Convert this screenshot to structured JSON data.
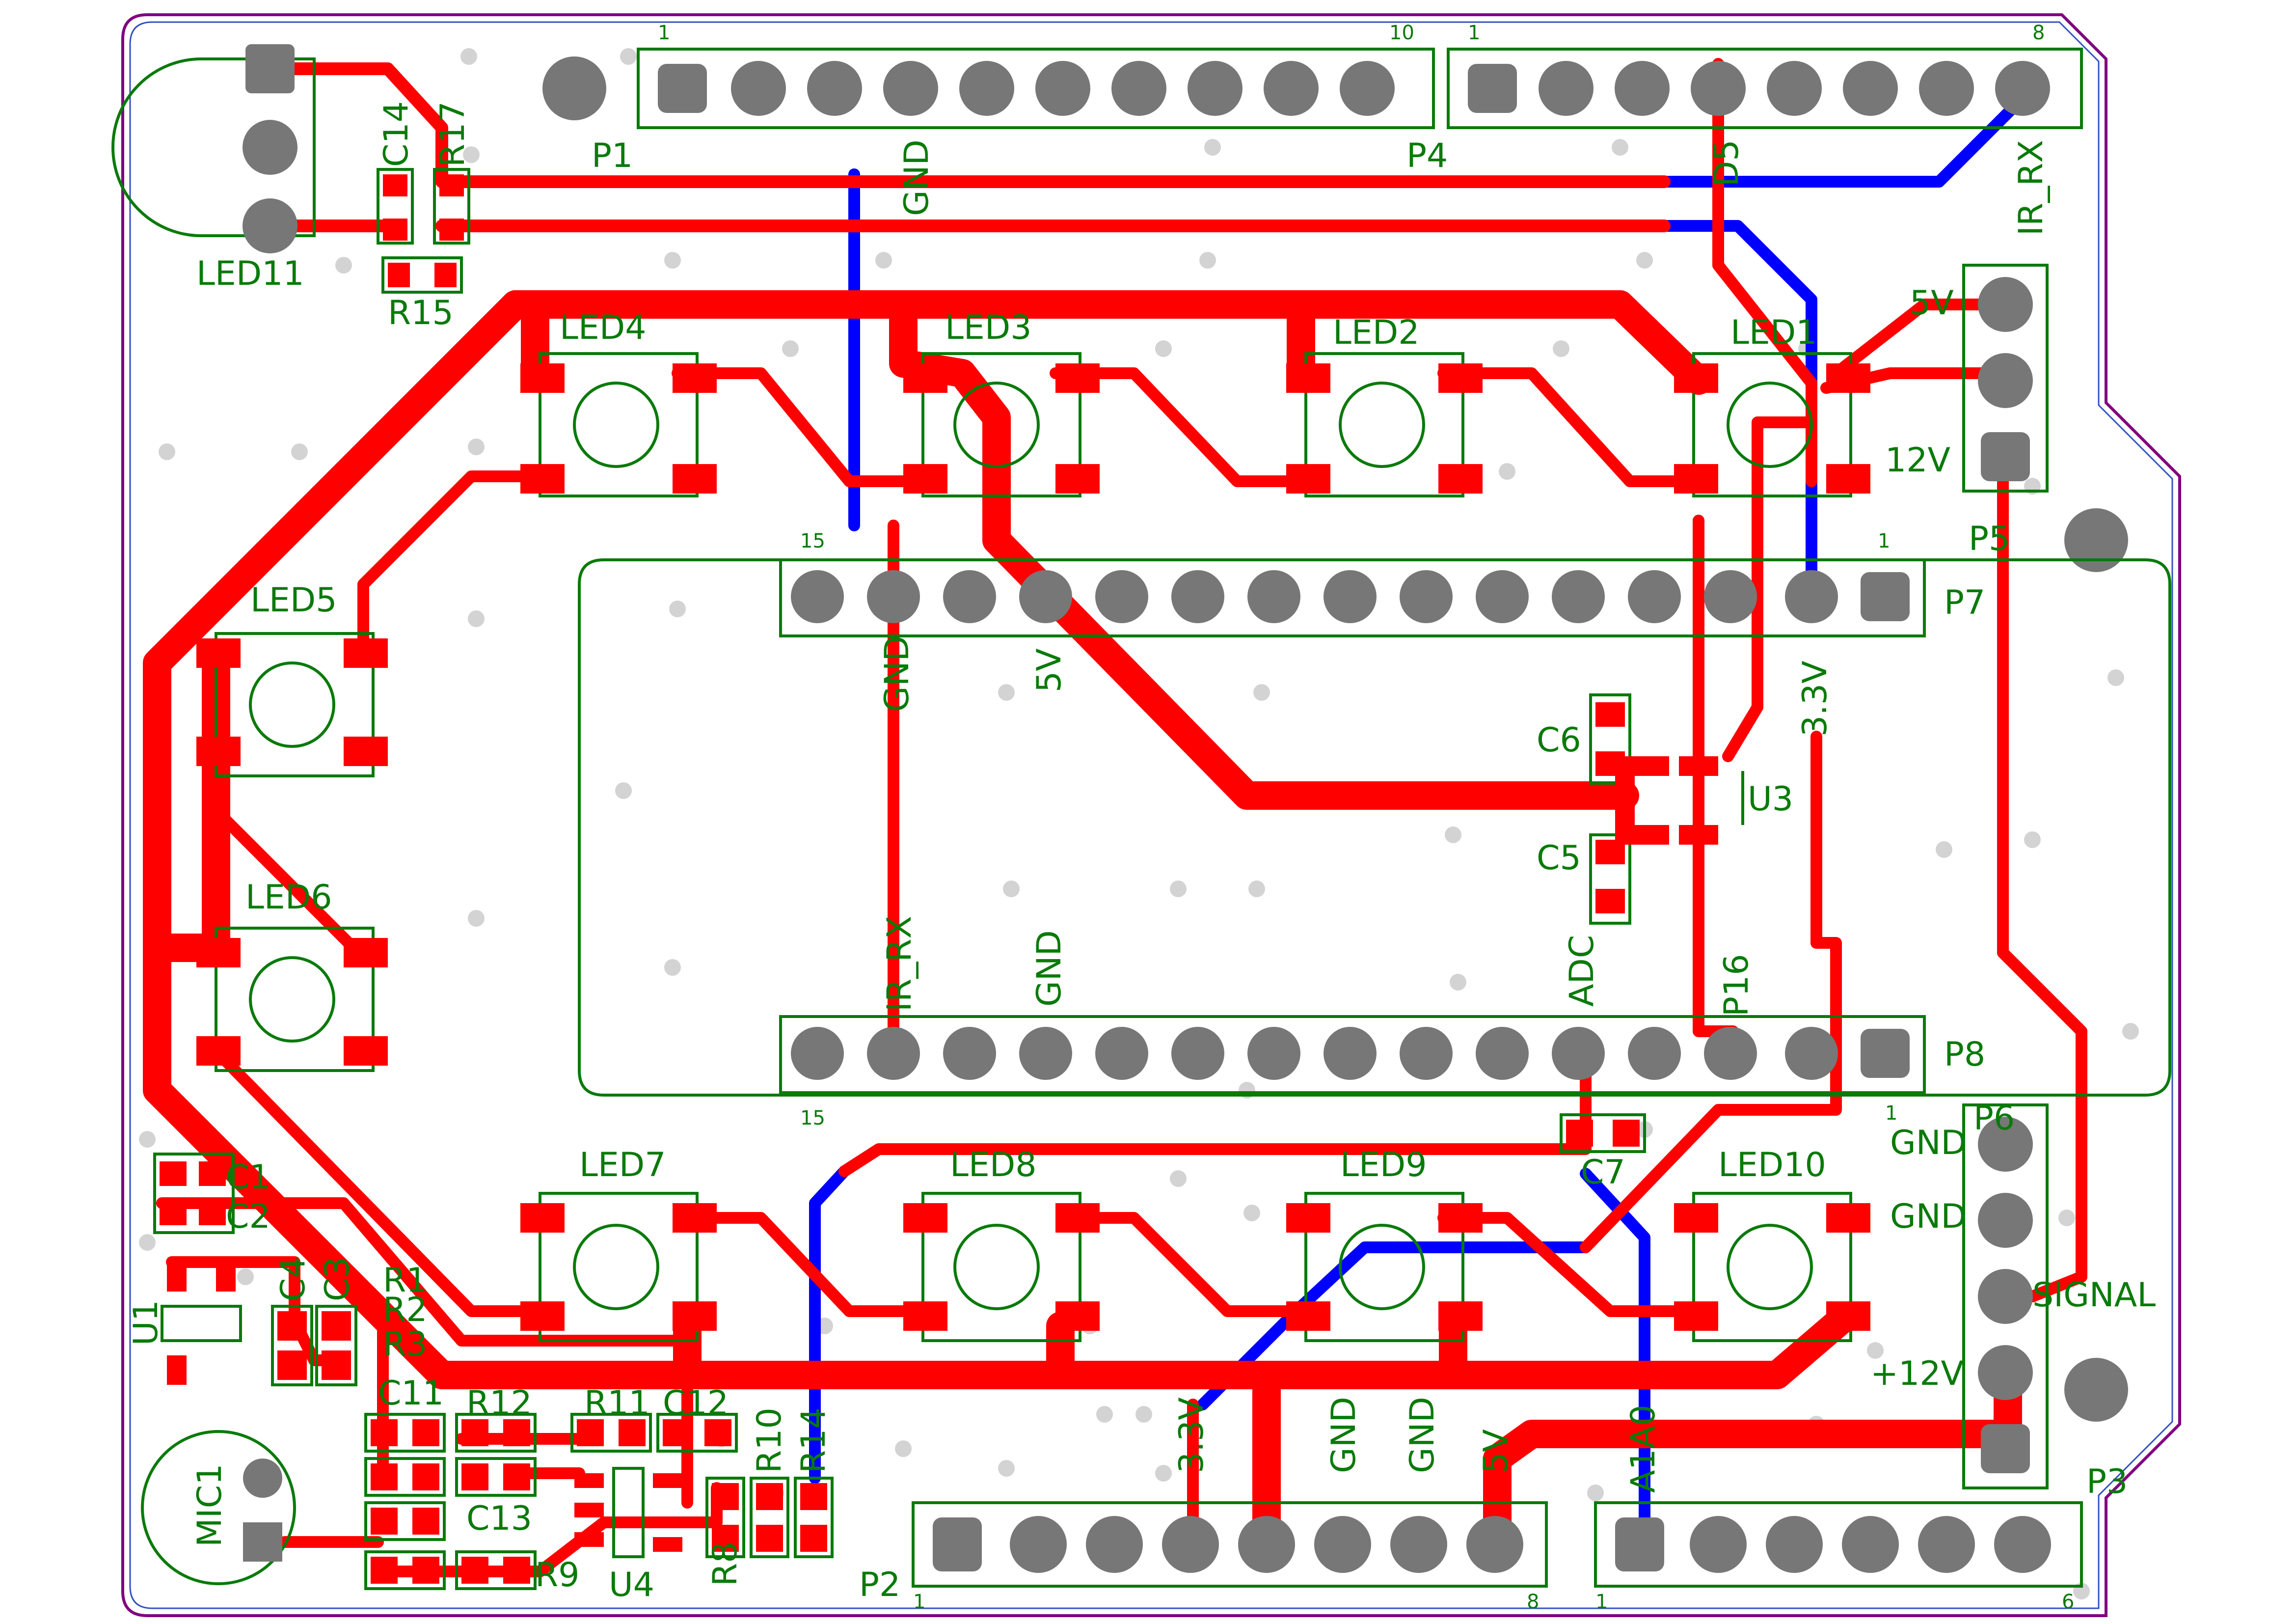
{
  "board": {
    "colors": {
      "outline": "#800080",
      "silkscreen": "#008000",
      "top_copper": "#ff0000",
      "bottom_copper": "#0000ff",
      "pad": "#777777",
      "via_hole": "#d3d3d3"
    }
  },
  "components": {
    "leds": [
      "LED1",
      "LED2",
      "LED3",
      "LED4",
      "LED5",
      "LED6",
      "LED7",
      "LED8",
      "LED9",
      "LED10",
      "LED11"
    ],
    "connectors": [
      "P1",
      "P2",
      "P3",
      "P4",
      "P5",
      "P6",
      "P7",
      "P8",
      "P16"
    ],
    "caps": [
      "C1",
      "C2",
      "C3",
      "C4",
      "C5",
      "C6",
      "C7",
      "C11",
      "C12",
      "C13",
      "C14"
    ],
    "resistors": [
      "R1",
      "R2",
      "R3",
      "R8",
      "R9",
      "R10",
      "R11",
      "R12",
      "R14",
      "R15",
      "R17"
    ],
    "ics": [
      "U1",
      "U3",
      "U4"
    ],
    "mic": "MIC1"
  },
  "pin_numbers": {
    "p1_first": "1",
    "p1_last": "10",
    "p4_first": "1",
    "p4_last": "8",
    "p7_left": "15",
    "p7_right": "1",
    "p8_left": "15",
    "p8_right": "1",
    "p2_first": "1",
    "p2_last": "8",
    "p3_first": "1",
    "p3_last": "6"
  },
  "net_labels": {
    "p1_gnd": "GND",
    "p4_d5": "D5",
    "p4_ir_rx": "IR_RX",
    "p5_5v": "5V",
    "p5_12v": "12V",
    "p7_gnd": "GND",
    "p7_5v": "5V",
    "p7_3v3": "3.3V",
    "p8_ir_rx": "IR_RX",
    "p8_gnd": "GND",
    "p8_adc": "ADC",
    "p6_gnd1": "GND",
    "p6_gnd2": "GND",
    "p6_signal": "SIGNAL",
    "p6_12v": "+12V",
    "p2_3v3": "3.3V",
    "p2_gnd1": "GND",
    "p2_gnd2": "GND",
    "p2_5v": "5V",
    "p3_a0": "A0",
    "p3_a1": "A1"
  }
}
